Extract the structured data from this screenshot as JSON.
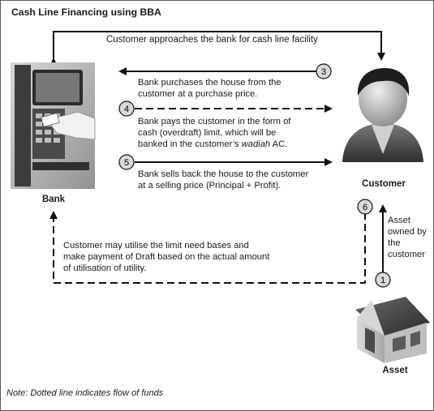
{
  "title": "Cash Line Financing using BBA",
  "nodes": {
    "bank": "Bank",
    "customer": "Customer",
    "asset": "Asset"
  },
  "flows": {
    "top": "Customer approaches the bank for cash line facility",
    "step3": {
      "num": "3",
      "line1": "Bank purchases the house from the",
      "line2": "customer at a purchase price."
    },
    "step4": {
      "num": "4",
      "line1": "Bank pays the customer in the form of",
      "line2": "cash (overdraft) limit, which will be",
      "line3_pre": "banked in the customer’s ",
      "line3_italic": "wadiah",
      "line3_post": " AC."
    },
    "step5": {
      "num": "5",
      "line1": "Bank sells back the house to the customer",
      "line2": "at a selling price (Principal + Profit)."
    },
    "step6": {
      "num": "6"
    },
    "step1": {
      "num": "1",
      "line1": "Asset",
      "line2": "owned by",
      "line3": "the",
      "line4": "customer"
    },
    "bottom": {
      "line1": "Customer may utilise the limit need bases and",
      "line2": "make payment of Draft based on the actual amount",
      "line3": "of utilisation of utility."
    }
  },
  "note": "Note: Dotted line indicates flow of funds"
}
